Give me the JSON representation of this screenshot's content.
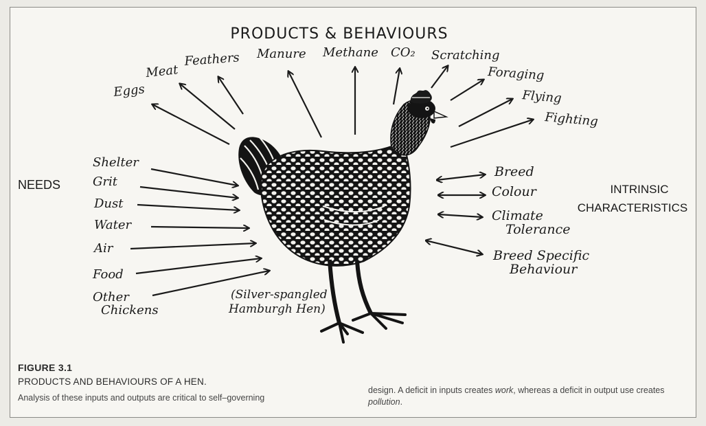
{
  "diagram": {
    "title": "PRODUCTS & BEHAVIOURS",
    "products": [
      "Eggs",
      "Meat",
      "Feathers",
      "Manure",
      "Methane",
      "CO₂",
      "Scratching",
      "Foraging",
      "Flying",
      "Fighting"
    ],
    "needs_heading": "NEEDS",
    "needs": [
      "Shelter",
      "Grit",
      "Dust",
      "Water",
      "Air",
      "Food",
      "Other",
      "Chickens"
    ],
    "intrinsic_heading_1": "INTRINSIC",
    "intrinsic_heading_2": "CHARACTERISTICS",
    "intrinsic": [
      "Breed",
      "Colour",
      "Climate",
      "Tolerance",
      "Breed Specific",
      "Behaviour"
    ],
    "hen_label_1": "(Silver-spangled",
    "hen_label_2": "Hamburgh Hen)"
  },
  "caption": {
    "figure_number": "FIGURE 3.1",
    "figure_title": "PRODUCTS AND BEHAVIOURS OF A HEN.",
    "text_col1": "Analysis of these inputs and outputs are critical to self–governing",
    "text_col2_a": "design.  A deficit in inputs creates ",
    "text_col2_b": "work",
    "text_col2_c": ", whereas a deficit in output use creates ",
    "text_col2_d": "pollution",
    "text_col2_e": "."
  },
  "colors": {
    "ink": "#1a1a1a",
    "paper": "#f7f6f2",
    "background": "#ecebe6"
  }
}
